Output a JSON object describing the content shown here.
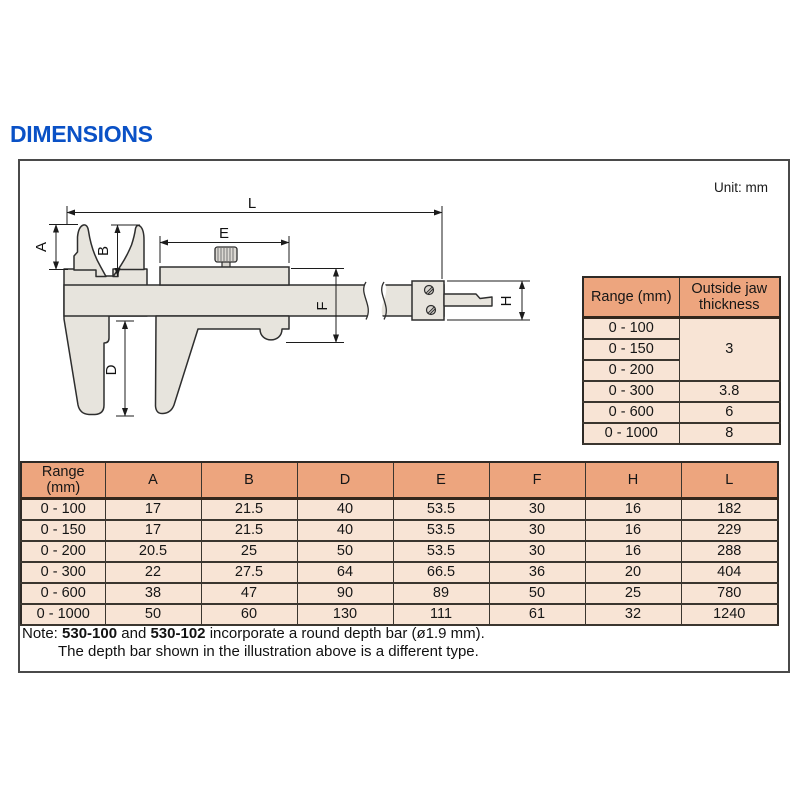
{
  "page": {
    "title": "DIMENSIONS",
    "unit_label": "Unit: mm"
  },
  "drawing": {
    "labels": {
      "L": "L",
      "E": "E",
      "A": "A",
      "B": "B",
      "D": "D",
      "F": "F",
      "H": "H"
    }
  },
  "jaw_table": {
    "header": [
      "Range (mm)",
      "Outside jaw thickness"
    ],
    "rows": [
      {
        "range": "0 - 100",
        "thickness": "3",
        "rowspan": 3
      },
      {
        "range": "0 - 150"
      },
      {
        "range": "0 - 200"
      },
      {
        "range": "0 - 300",
        "thickness": "3.8"
      },
      {
        "range": "0 - 600",
        "thickness": "6"
      },
      {
        "range": "0 - 1000",
        "thickness": "8"
      }
    ]
  },
  "main_table": {
    "headers": [
      "Range (mm)",
      "A",
      "B",
      "D",
      "E",
      "F",
      "H",
      "L"
    ],
    "rows": [
      [
        "0 - 100",
        "17",
        "21.5",
        "40",
        "53.5",
        "30",
        "16",
        "182"
      ],
      [
        "0 - 150",
        "17",
        "21.5",
        "40",
        "53.5",
        "30",
        "16",
        "229"
      ],
      [
        "0 - 200",
        "20.5",
        "25",
        "50",
        "53.5",
        "30",
        "16",
        "288"
      ],
      [
        "0 - 300",
        "22",
        "27.5",
        "64",
        "66.5",
        "36",
        "20",
        "404"
      ],
      [
        "0 - 600",
        "38",
        "47",
        "90",
        "89",
        "50",
        "25",
        "780"
      ],
      [
        "0 - 1000",
        "50",
        "60",
        "130",
        "111",
        "61",
        "32",
        "1240"
      ]
    ]
  },
  "note": {
    "prefix": "Note: ",
    "bold1": "530-100",
    "mid": " and ",
    "bold2": "530-102",
    "rest": " incorporate a round depth bar (ø1.9 mm).",
    "line2": "The depth bar shown in the illustration above is a different type."
  },
  "colors": {
    "title_blue": "#0a51c6",
    "table_header_fill": "#eda57e",
    "table_row_fill": "#f8e4d5",
    "drawing_fill": "#e7e4dd",
    "line_dark": "#2e2e2e"
  }
}
